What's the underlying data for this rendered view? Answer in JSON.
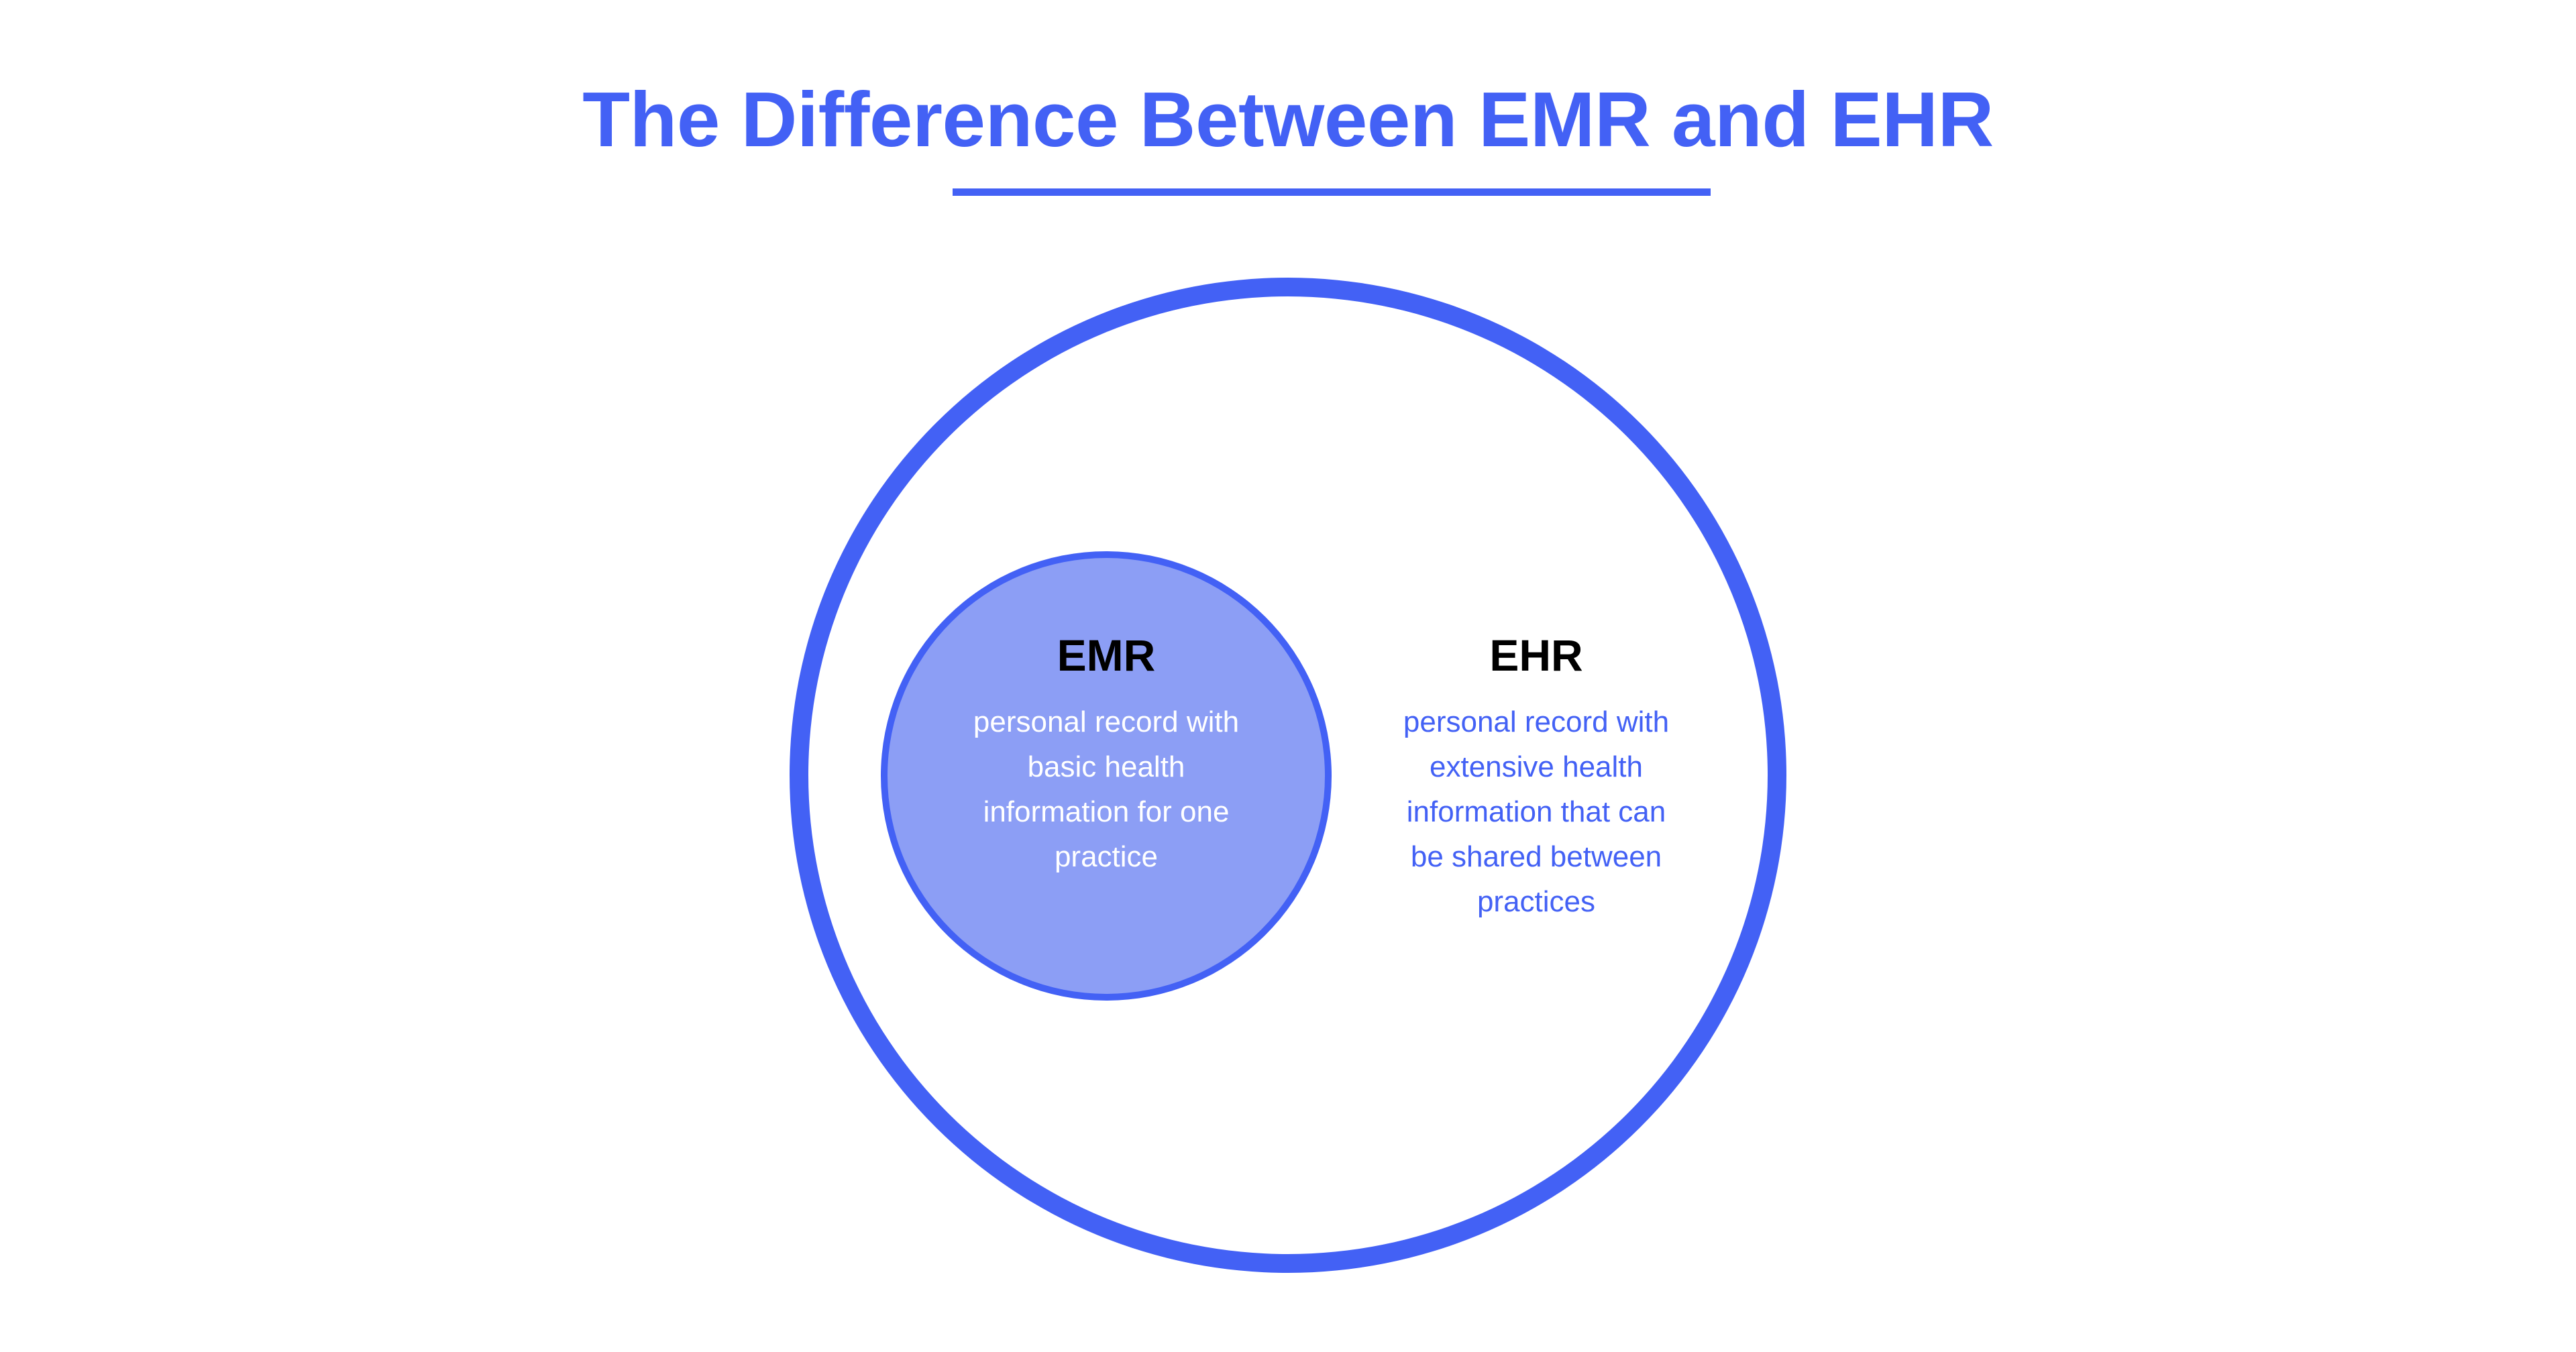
{
  "page": {
    "title": "The Difference Between EMR and EHR",
    "background_color": "#ffffff"
  },
  "theme": {
    "accent_blue": "#4361f5",
    "inner_circle_fill": "#8c9ef5",
    "heading_color": "#000000",
    "inner_text_color": "#ffffff"
  },
  "diagram": {
    "type": "nested-circles",
    "description": "EMR circle fully contained inside the larger EHR circle",
    "outer": {
      "name": "EHR",
      "heading": "EHR",
      "body": "personal record with extensive health information that can be shared between practices",
      "body_lines": [
        "personal record with",
        "extensive health",
        "information that can",
        "be shared between",
        "practices"
      ],
      "fill": "#ffffff",
      "stroke": "#4361f5",
      "text_color": "#4361f5"
    },
    "inner": {
      "name": "EMR",
      "heading": "EMR",
      "body": "personal record with basic health information for one practice",
      "body_lines": [
        "personal record with",
        "basic health",
        "information for one",
        "practice"
      ],
      "fill": "#8c9ef5",
      "stroke": "#4361f5",
      "text_color": "#ffffff"
    }
  }
}
